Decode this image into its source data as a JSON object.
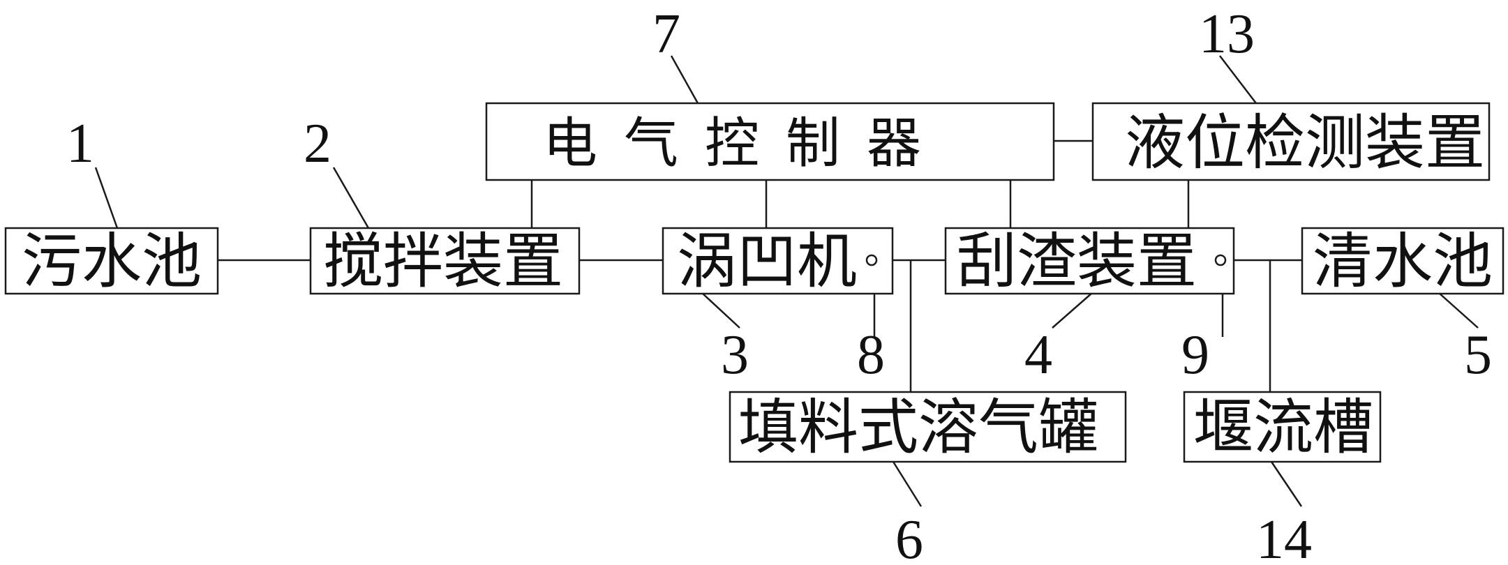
{
  "blocks": {
    "sewage_pool": "污水池",
    "mixing_device": "搅拌装置",
    "vortex_machine": "涡凹机",
    "slag_scraper": "刮渣装置",
    "clear_water_pool": "清水池",
    "electric_controller": "电气控制器",
    "level_detector": "液位检测装置",
    "packed_dissolved_air_tank": "填料式溶气罐",
    "weir_trough": "堰流槽"
  },
  "numbers": {
    "n1": "1",
    "n2": "2",
    "n3": "3",
    "n4": "4",
    "n5": "5",
    "n6": "6",
    "n7": "7",
    "n8": "8",
    "n9": "9",
    "n13": "13",
    "n14": "14"
  }
}
